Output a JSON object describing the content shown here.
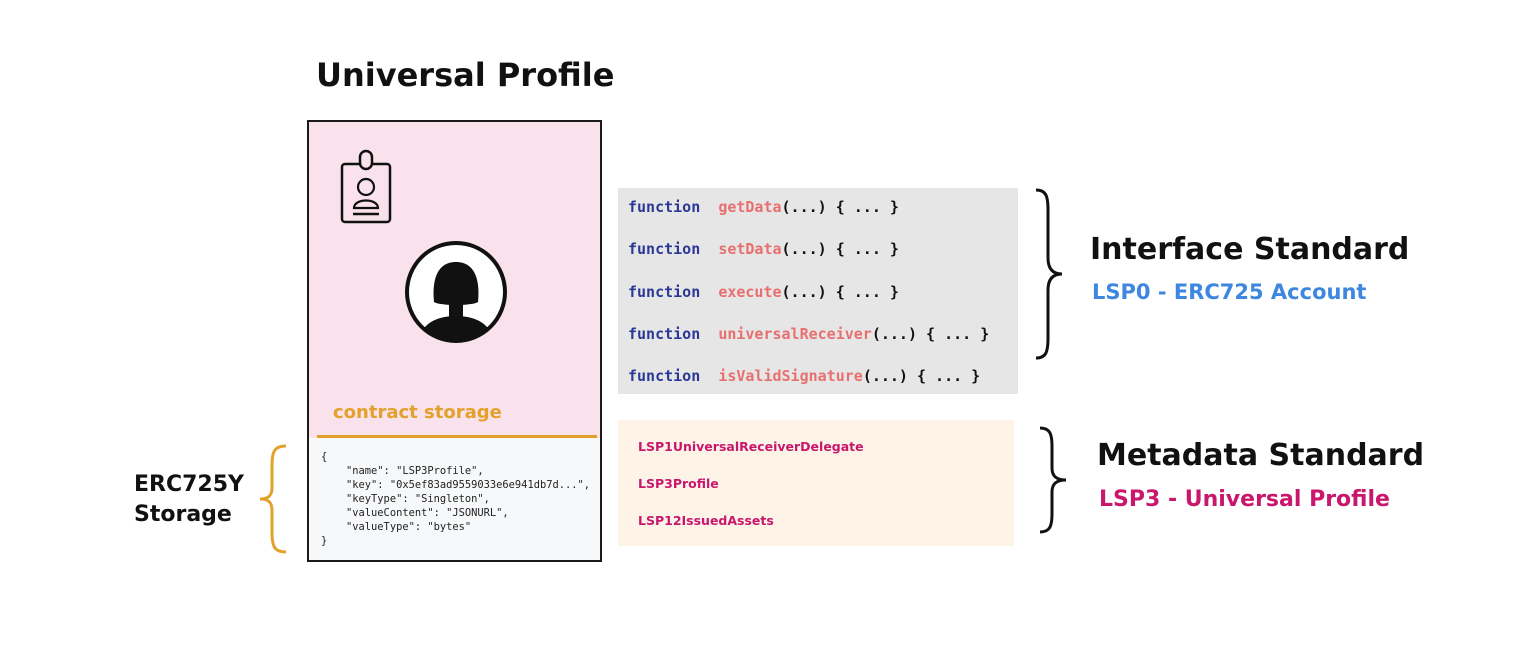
{
  "title": "Universal Profile",
  "card": {
    "storage_label": "contract storage",
    "json_lines": [
      "{",
      "    \"name\": \"LSP3Profile\",",
      "    \"key\": \"0x5ef83ad9559033e6e941db7d...\",",
      "    \"keyType\": \"Singleton\",",
      "    \"valueContent\": \"JSONURL\",",
      "    \"valueType\": \"bytes\"",
      "}"
    ]
  },
  "storage": {
    "line1": "ERC725Y",
    "line2": "Storage"
  },
  "interface": {
    "keyword": "function",
    "functions": [
      {
        "name": "getData",
        "rest": "(...) { ... }"
      },
      {
        "name": "setData",
        "rest": "(...) { ... }"
      },
      {
        "name": "execute",
        "rest": "(...) { ... }"
      },
      {
        "name": "universalReceiver",
        "rest": "(...) { ... }"
      },
      {
        "name": "isValidSignature",
        "rest": "(...) { ... }"
      }
    ],
    "title": "Interface Standard",
    "subtitle": "LSP0 - ERC725 Account"
  },
  "metadata": {
    "items": [
      "LSP1UniversalReceiverDelegate",
      "LSP3Profile",
      "LSP12IssuedAssets"
    ],
    "title": "Metadata Standard",
    "subtitle": "LSP3 - Universal Profile"
  },
  "colors": {
    "card_pink": "#f9e2ec",
    "storage_orange": "#e3a12b",
    "keyword_blue": "#2b3896",
    "function_red": "#e86f6f",
    "interface_blue": "#3d87e0",
    "metadata_magenta": "#c8176d"
  }
}
